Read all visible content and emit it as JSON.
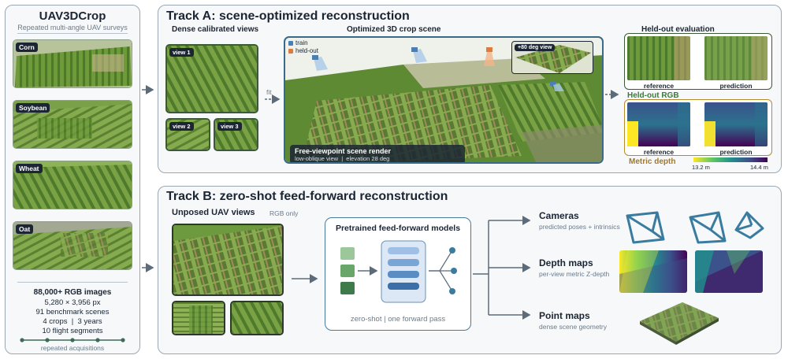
{
  "left": {
    "title": "UAV3DCrop",
    "subtitle": "Repeated multi-angle UAV surveys",
    "crops": [
      "Corn",
      "Soybean",
      "Wheat",
      "Oat"
    ],
    "stats": {
      "images": "88,000+ RGB images",
      "resolution": "5,280 × 3,956 px",
      "scenes": "91 benchmark scenes",
      "crops_years": "4 crops  |  3 years",
      "segments": "10 flight segments",
      "timeline_label": "repeated acquisitions"
    }
  },
  "track_a": {
    "title": "Track A: scene-optimized reconstruction",
    "dense_label": "Dense calibrated views",
    "views": [
      "view 1",
      "view 2",
      "view 3"
    ],
    "fit_label": "fit",
    "scene_label": "Optimized 3D crop scene",
    "legend_train": "train",
    "legend_heldout": "held-out",
    "inset_label": "+80 deg view",
    "render_title": "Free-viewpoint scene render",
    "render_sub": "low-oblique view  |  elevation 28 deg",
    "eval_label": "Held-out evaluation",
    "reference": "reference",
    "prediction": "prediction",
    "heldout_rgb": "Held-out RGB",
    "metric_depth": "Metric depth",
    "depth_min": "13.2 m",
    "depth_max": "14.4 m"
  },
  "track_b": {
    "title": "Track B: zero-shot feed-forward reconstruction",
    "unposed_label": "Unposed UAV views",
    "rgb_only": "RGB only",
    "model_title": "Pretrained feed-forward models",
    "model_sub": "zero-shot | one forward pass",
    "outputs": [
      {
        "title": "Cameras",
        "sub": "predicted poses + intrinsics"
      },
      {
        "title": "Depth maps",
        "sub": "per-view metric Z-depth"
      },
      {
        "title": "Point maps",
        "sub": "dense scene geometry"
      }
    ]
  },
  "colors": {
    "panel_border": "#9aa8b6",
    "green_frame": "#3c5a3a",
    "gold_frame": "#b58a2a",
    "arrow": "#5c6b7a",
    "camera_teal": "#3a7ca0",
    "train_blue": "#4a7fb5",
    "heldout_orange": "#e07a3a"
  }
}
